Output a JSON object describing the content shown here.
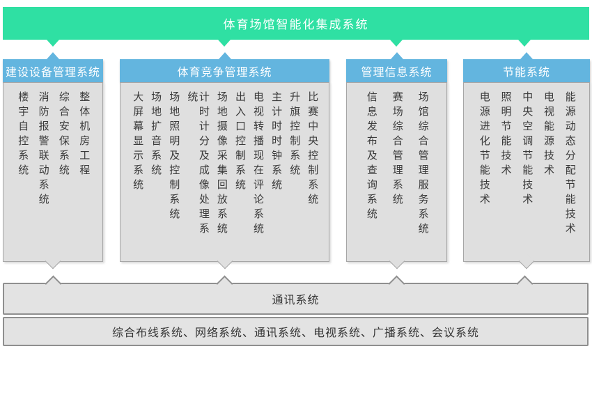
{
  "diagram": {
    "title": "体育场馆智能化集成系统",
    "columns": [
      {
        "header": "建设设备管理系统",
        "items": [
          "整体机房工程",
          "综合安保系统",
          "消防报警联动系统",
          "楼宇自控系统"
        ]
      },
      {
        "header": "体育竞争管理系统",
        "items": [
          "比赛中央控制系统",
          "升旗控制系统",
          "主计时时钟系统",
          "电视转播现在评论系统",
          "出入口控制系统",
          "场地摄像采集回放系统",
          "计时计分及成像处理系统",
          "场地照明及控制系统",
          "场地扩音系统",
          "大屏幕显示系统"
        ]
      },
      {
        "header": "管理信息系统",
        "items": [
          "场馆综合管理服务系统",
          "赛场综合管理系统",
          "信息发布及查询系统"
        ]
      },
      {
        "header": "节能系统",
        "items": [
          "能源动态分配节能技术",
          "电视能源技术",
          "中央空调节能技术",
          "照明节能技术",
          "电源进化节能技术"
        ]
      }
    ],
    "comm_bar_label": "通讯系统",
    "base_bar_label": "综合布线系统、网络系统、通讯系统、电视系统、广播系统、会议系统",
    "colors": {
      "accent_green": "#2fe0a3",
      "accent_blue": "#63b5df",
      "panel_fill": "#dfdfdf",
      "panel_border": "#a6a6a6",
      "bar_fill": "#e3e3e3",
      "bar_border": "#8f8f8f",
      "text_dark": "#3a3a3a"
    }
  }
}
